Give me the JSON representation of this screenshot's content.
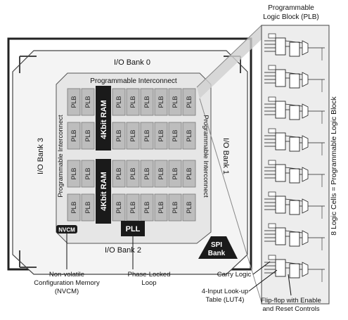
{
  "banks": {
    "bank0": "I/O Bank 0",
    "bank1": "I/O Bank 1",
    "bank2": "I/O Bank 2",
    "bank3": "I/O Bank 3"
  },
  "interconnect": {
    "top": "Programmable Interconnect",
    "left": "Programmable Interconnect",
    "right": "Programmable Interconnect"
  },
  "plb_label": "PLB",
  "ram_label": "4Kbit RAM",
  "pll_label": "PLL",
  "nvcm_label": "NVCM",
  "spi_bank": [
    "SPI",
    "Bank"
  ],
  "callouts": {
    "plb_title": [
      "Programmable",
      "Logic Block (PLB)"
    ],
    "nvcm": [
      "Non-volatile",
      "Configuration Memory",
      "(NVCM)"
    ],
    "pll": [
      "Phase-Locked",
      "Loop"
    ],
    "carry": "Carry Logic",
    "lut": [
      "4-Input Look-up",
      "Table (LUT4)"
    ],
    "ff": [
      "Flip-flop with Enable",
      "and Reset Controls"
    ]
  },
  "logic_cells_label": "8 Logic Cells = Programmable Logic Block",
  "colors": {
    "chip_border": "#222222",
    "interconnect_fill": "#e6e6e6",
    "plb_fill": "#bdbdbd",
    "ram_fill": "#1a1a1a",
    "panel_fill": "#ededed"
  }
}
